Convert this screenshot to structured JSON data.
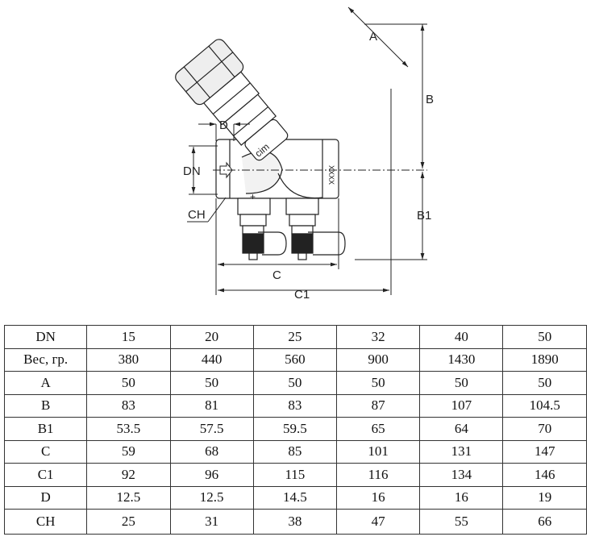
{
  "drawing": {
    "labels": {
      "A": "A",
      "B": "B",
      "B1": "B1",
      "C": "C",
      "C1": "C1",
      "D": "D",
      "DN": "DN",
      "CH": "CH"
    },
    "body_marks": {
      "logo": "cim",
      "plus": "+",
      "code": "XXXX"
    }
  },
  "table": {
    "rows": [
      {
        "label": "DN",
        "values": [
          "15",
          "20",
          "25",
          "32",
          "40",
          "50"
        ]
      },
      {
        "label": "Вес, гр.",
        "values": [
          "380",
          "440",
          "560",
          "900",
          "1430",
          "1890"
        ]
      },
      {
        "label": "A",
        "values": [
          "50",
          "50",
          "50",
          "50",
          "50",
          "50"
        ]
      },
      {
        "label": "B",
        "values": [
          "83",
          "81",
          "83",
          "87",
          "107",
          "104.5"
        ]
      },
      {
        "label": "B1",
        "values": [
          "53.5",
          "57.5",
          "59.5",
          "65",
          "64",
          "70"
        ]
      },
      {
        "label": "C",
        "values": [
          "59",
          "68",
          "85",
          "101",
          "131",
          "147"
        ]
      },
      {
        "label": "C1",
        "values": [
          "92",
          "96",
          "115",
          "116",
          "134",
          "146"
        ]
      },
      {
        "label": "D",
        "values": [
          "12.5",
          "12.5",
          "14.5",
          "16",
          "16",
          "19"
        ]
      },
      {
        "label": "CH",
        "values": [
          "25",
          "31",
          "38",
          "47",
          "55",
          "66"
        ]
      }
    ]
  }
}
